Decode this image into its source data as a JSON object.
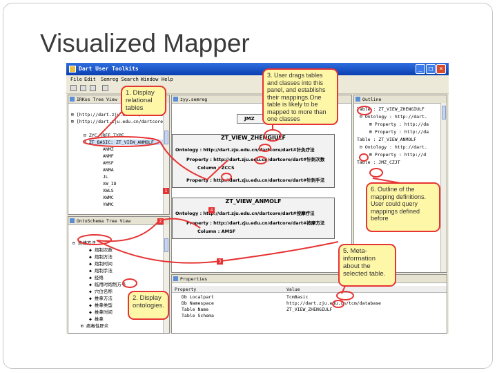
{
  "slide": {
    "title": "Visualized Mapper"
  },
  "window": {
    "title": "Dart User Toolkits",
    "min_label": "_",
    "max_label": "□",
    "close_label": "×"
  },
  "menu": [
    "File",
    "Edit",
    "Semreg Search",
    "Window",
    "Help"
  ],
  "left_top_panel": {
    "title": "IRKos Tree View",
    "rows": [
      "⊞ [http://dart.zju.edu.cn/dartcore]",
      "⊞ [http://dart.zju.edu.cn/dartcore]",
      "⊟ ZYC_TREE_TYPE",
      "⊟ ZT_BASIC: ZT_VIEW_ANMOLF",
      "ANMZ",
      "ANMF",
      "AMSF",
      "ANMA",
      "JL",
      "XW_ID",
      "XWLS",
      "XWMC",
      "YWMC"
    ]
  },
  "left_bottom_panel": {
    "title": "OntoSchema Tree View",
    "rows": [
      "⊟ 炙煿方法",
      "◆ 炮制次数",
      "◆ 炮制方法",
      "◆ 炮制时间",
      "◆ 炮制手法",
      "◆ 经络",
      "◆ 临用时炮制方号",
      "◆ 穴位名称",
      "◆ 推拿方法",
      "◆ 推拿类型",
      "◆ 推拿时间",
      "◆ 推拿",
      "⊞ 病毒性肝炎"
    ]
  },
  "editor": {
    "tab": "zyy.semreg",
    "header_box": "JMZ",
    "table1": {
      "name": "ZT_VIEW_ZHENGIULF",
      "ontology": "Ontology : http://dart.zju.edu.cn/dartcore/dart#针灸疗法",
      "property": "Property : http://dart.zju.edu.cn/dartcore/dart#针刺次数",
      "column": "Column : ZCCS",
      "property2": "Property : http://dart.zju.edu.cn/dartcore/dart#针刺手法"
    },
    "table2": {
      "name": "ZT_VIEW_ANMOLF",
      "ontology": "Ontology : http://dart.zju.edu.cn/dartcore/dart#按摩疗法",
      "property": "Property : http://dart.zju.edu.cn/dartcore/dart#按摩方法",
      "column": "Column : AMSF"
    }
  },
  "outline": {
    "title": "Outline",
    "rows": [
      "Table : ZT_VIEW_ZHENGIULF",
      "⊟ Ontology : http://dart.",
      "⊞ Property : http://da",
      "⊞ Property : http://da",
      "Table : ZT_VIEW_ANMOLF",
      "⊟ Ontology : http://dart.",
      "⊞ Property : http://d",
      "Table : JMZ_CZJT"
    ]
  },
  "properties": {
    "title": "Properties",
    "headers": [
      "Property",
      "Value"
    ],
    "rows": [
      {
        "property": "Db Localpart",
        "value": "TcmBasic"
      },
      {
        "property": "Db Namespace",
        "value": "http://dart.zju.edu.cn/tcm/database"
      },
      {
        "property": "Table Name",
        "value": "ZT_VIEW_ZHENGIULF"
      },
      {
        "property": "Table Schema",
        "value": ""
      }
    ]
  },
  "callouts": {
    "c1": "1. Display relational tables",
    "c2": "2. Display ontologies.",
    "c3": "3. User drags tables and classes into this panel, and establishs their mappings.One table is likely to be mapped to more than one classes",
    "c5": "5. Meta-information about the selected table.",
    "c6": "6. Outline of the mapping definitions. User could query mappings defined before"
  },
  "markers": [
    "1",
    "2",
    "3",
    "4"
  ],
  "colors": {
    "accent": "#e63333",
    "callout_bg": "#fff7a8",
    "titlebar": "#0a3fb0"
  }
}
